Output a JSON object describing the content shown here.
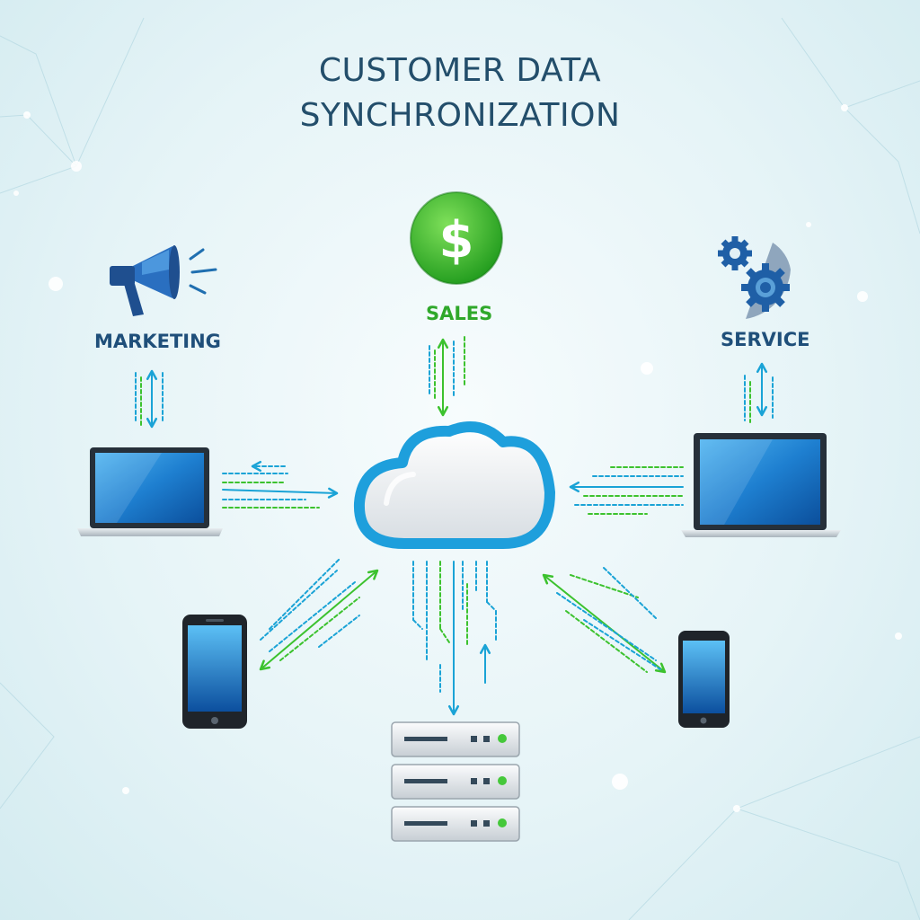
{
  "title": {
    "line1": "CUSTOMER DATA",
    "line2": "SYNCHRONIZATION"
  },
  "nodes": {
    "marketing": {
      "label": "MARKETING",
      "icon": "megaphone-icon"
    },
    "sales": {
      "label": "SALES",
      "icon": "dollar-sign-icon",
      "symbol": "$"
    },
    "service": {
      "label": "SERVICE",
      "icon": "gears-icon"
    },
    "hub": {
      "icon": "cloud-icon"
    },
    "devices": [
      "laptop-left",
      "laptop-right",
      "phone-left",
      "phone-right",
      "server-stack"
    ]
  },
  "colors": {
    "title": "#234e6b",
    "blue_label": "#1f4f7a",
    "green_label": "#2fa82a",
    "arrow_blue": "#1aa3d6",
    "arrow_green": "#3cc22e",
    "screen": "#1e7fd0",
    "cloud_rim": "#1e9fdc"
  }
}
